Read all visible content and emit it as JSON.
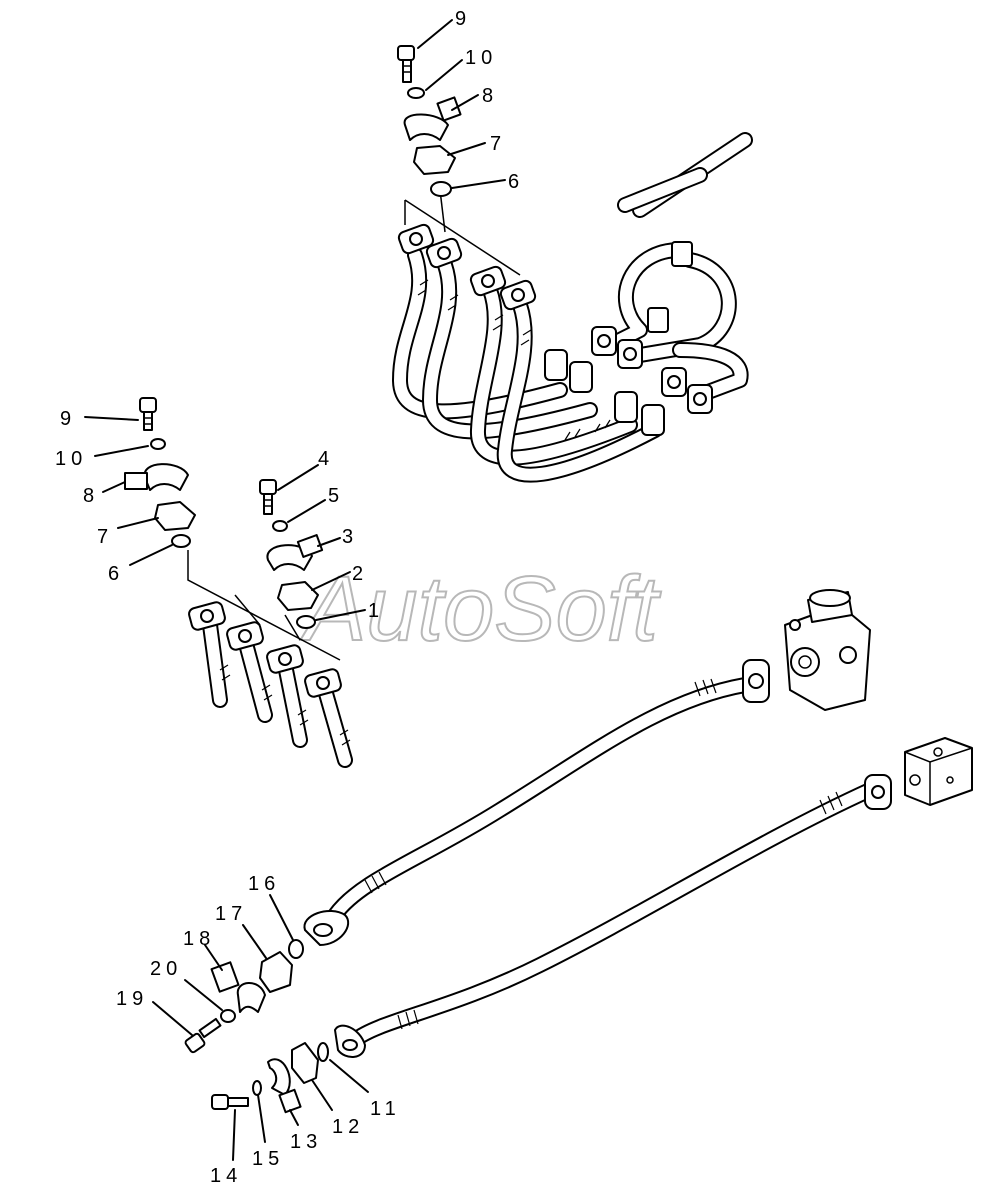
{
  "watermark": "AutoSoft",
  "callouts": {
    "top_9": "9",
    "top_10": "10",
    "top_8": "8",
    "top_7": "7",
    "top_6": "6",
    "left_9": "9",
    "left_10": "10",
    "left_8": "8",
    "left_7": "7",
    "left_6": "6",
    "mid_4": "4",
    "mid_5": "5",
    "mid_3": "3",
    "mid_2": "2",
    "mid_1": "1",
    "bot_16": "16",
    "bot_17": "17",
    "bot_18": "18",
    "bot_20": "20",
    "bot_19": "19",
    "bot_14": "14",
    "bot_15": "15",
    "bot_13": "13",
    "bot_12": "12",
    "bot_11": "11"
  }
}
